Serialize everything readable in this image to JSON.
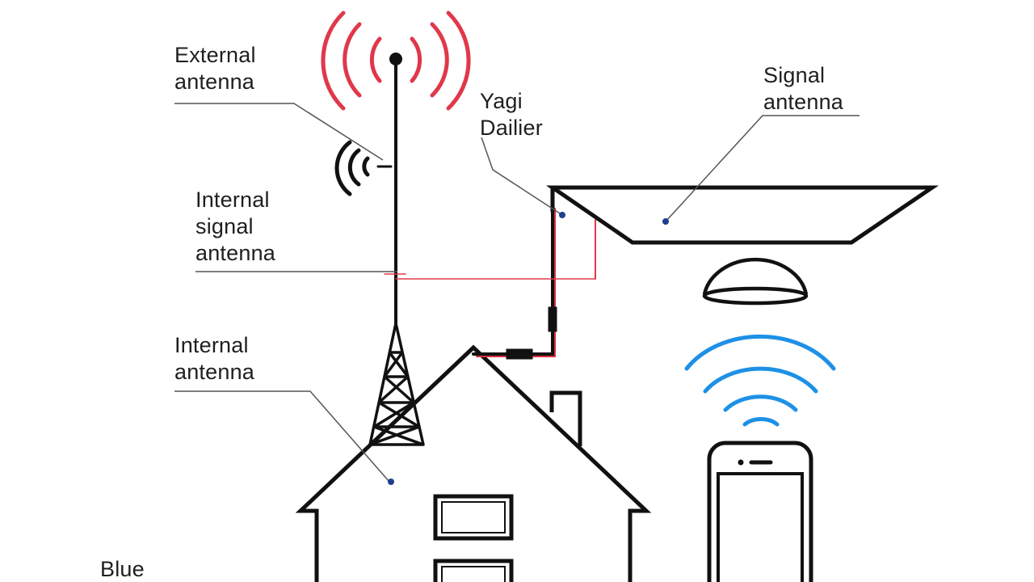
{
  "labels": {
    "external_antenna": [
      "External",
      "antenna"
    ],
    "yagi_dailier": [
      "Yagi",
      "Dailier"
    ],
    "signal_antenna": [
      "Signal",
      "antenna"
    ],
    "internal_signal_antenna": [
      "Internal",
      "signal",
      "antenna"
    ],
    "internal_antenna": [
      "Internal",
      "antenna"
    ],
    "blue": "Blue"
  },
  "colors": {
    "stroke": "#111111",
    "signal_red": "#e0384a",
    "wifi_blue": "#1e90e6",
    "pointer": "#555555",
    "dot": "#1f3f8f"
  },
  "icons": [
    "radio-waves-icon",
    "wifi-icon",
    "smartphone-icon",
    "house-icon",
    "dome-antenna-icon",
    "lattice-tower-icon"
  ]
}
